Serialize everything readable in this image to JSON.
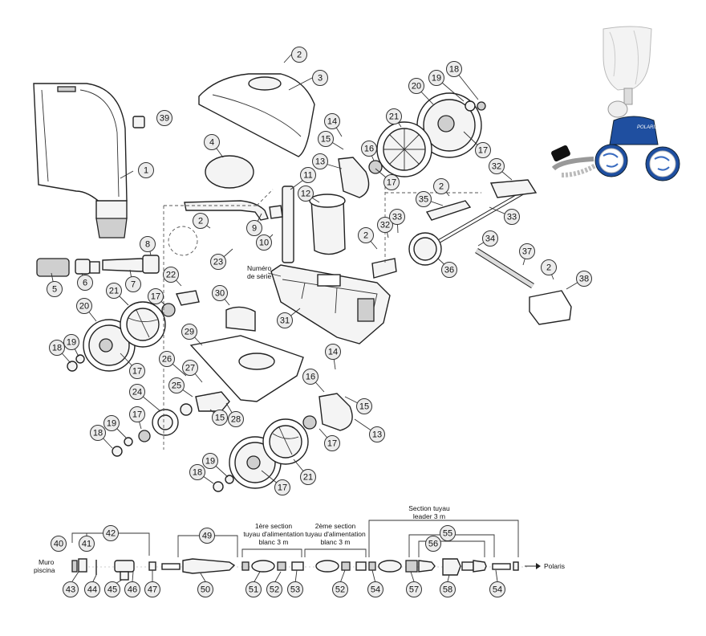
{
  "labels": {
    "serial_number": [
      "Numéro",
      "de série"
    ],
    "hose_section_1": [
      "1ère section",
      "tuyau d'alimentation",
      "blanc 3 m"
    ],
    "hose_section_2": [
      "2ème section",
      "tuyau d'alimentation",
      "blanc 3 m"
    ],
    "leader_hose": [
      "Section tuyau",
      "leader 3 m"
    ],
    "pool_wall": [
      "Muro",
      "piscina"
    ],
    "destination": "Polaris"
  },
  "callouts": [
    {
      "id": "c1",
      "n": "1"
    },
    {
      "id": "c2a",
      "n": "2"
    },
    {
      "id": "c3",
      "n": "3"
    },
    {
      "id": "c4",
      "n": "4"
    },
    {
      "id": "c5",
      "n": "5"
    },
    {
      "id": "c6",
      "n": "6"
    },
    {
      "id": "c7",
      "n": "7"
    },
    {
      "id": "c8",
      "n": "8"
    },
    {
      "id": "c9",
      "n": "9"
    },
    {
      "id": "c10",
      "n": "10"
    },
    {
      "id": "c11",
      "n": "11"
    },
    {
      "id": "c12",
      "n": "12"
    },
    {
      "id": "c13a",
      "n": "13"
    },
    {
      "id": "c14a",
      "n": "14"
    },
    {
      "id": "c15a",
      "n": "15"
    },
    {
      "id": "c16a",
      "n": "16"
    },
    {
      "id": "c17a",
      "n": "17"
    },
    {
      "id": "c18a",
      "n": "18"
    },
    {
      "id": "c19a",
      "n": "19"
    },
    {
      "id": "c20a",
      "n": "20"
    },
    {
      "id": "c21a",
      "n": "21"
    },
    {
      "id": "c17b",
      "n": "17"
    },
    {
      "id": "c32a",
      "n": "32"
    },
    {
      "id": "c33a",
      "n": "33"
    },
    {
      "id": "c2b",
      "n": "2"
    },
    {
      "id": "c35",
      "n": "35"
    },
    {
      "id": "c2c",
      "n": "2"
    },
    {
      "id": "c32b",
      "n": "32"
    },
    {
      "id": "c33b",
      "n": "33"
    },
    {
      "id": "c34",
      "n": "34"
    },
    {
      "id": "c36",
      "n": "36"
    },
    {
      "id": "c37",
      "n": "37"
    },
    {
      "id": "c2d",
      "n": "2"
    },
    {
      "id": "c38",
      "n": "38"
    },
    {
      "id": "c39",
      "n": "39"
    },
    {
      "id": "c2e",
      "n": "2"
    },
    {
      "id": "c23",
      "n": "23"
    },
    {
      "id": "c22",
      "n": "22"
    },
    {
      "id": "c21b",
      "n": "21"
    },
    {
      "id": "c20b",
      "n": "20"
    },
    {
      "id": "c17c",
      "n": "17"
    },
    {
      "id": "c18b",
      "n": "18"
    },
    {
      "id": "c19b",
      "n": "19"
    },
    {
      "id": "c17d",
      "n": "17"
    },
    {
      "id": "c30",
      "n": "30"
    },
    {
      "id": "c31",
      "n": "31"
    },
    {
      "id": "c29",
      "n": "29"
    },
    {
      "id": "c26",
      "n": "26"
    },
    {
      "id": "c27",
      "n": "27"
    },
    {
      "id": "c25",
      "n": "25"
    },
    {
      "id": "c24",
      "n": "24"
    },
    {
      "id": "c28",
      "n": "28"
    },
    {
      "id": "c15b",
      "n": "15"
    },
    {
      "id": "c17e",
      "n": "17"
    },
    {
      "id": "c19c",
      "n": "19"
    },
    {
      "id": "c18c",
      "n": "18"
    },
    {
      "id": "c14b",
      "n": "14"
    },
    {
      "id": "c16b",
      "n": "16"
    },
    {
      "id": "c15c",
      "n": "15"
    },
    {
      "id": "c13b",
      "n": "13"
    },
    {
      "id": "c17f",
      "n": "17"
    },
    {
      "id": "c19d",
      "n": "19"
    },
    {
      "id": "c18d",
      "n": "18"
    },
    {
      "id": "c21c",
      "n": "21"
    },
    {
      "id": "c17g",
      "n": "17"
    },
    {
      "id": "c40",
      "n": "40"
    },
    {
      "id": "c41",
      "n": "41"
    },
    {
      "id": "c42",
      "n": "42"
    },
    {
      "id": "c43",
      "n": "43"
    },
    {
      "id": "c44",
      "n": "44"
    },
    {
      "id": "c45",
      "n": "45"
    },
    {
      "id": "c46",
      "n": "46"
    },
    {
      "id": "c47",
      "n": "47"
    },
    {
      "id": "c49",
      "n": "49"
    },
    {
      "id": "c50",
      "n": "50"
    },
    {
      "id": "c51",
      "n": "51"
    },
    {
      "id": "c52a",
      "n": "52"
    },
    {
      "id": "c53",
      "n": "53"
    },
    {
      "id": "c52b",
      "n": "52"
    },
    {
      "id": "c54a",
      "n": "54"
    },
    {
      "id": "c55",
      "n": "55"
    },
    {
      "id": "c56",
      "n": "56"
    },
    {
      "id": "c57",
      "n": "57"
    },
    {
      "id": "c58",
      "n": "58"
    },
    {
      "id": "c54b",
      "n": "54"
    }
  ],
  "colors": {
    "callout_fill": "#ececec",
    "line": "#222222",
    "product_blue": "#1f4fa0"
  }
}
